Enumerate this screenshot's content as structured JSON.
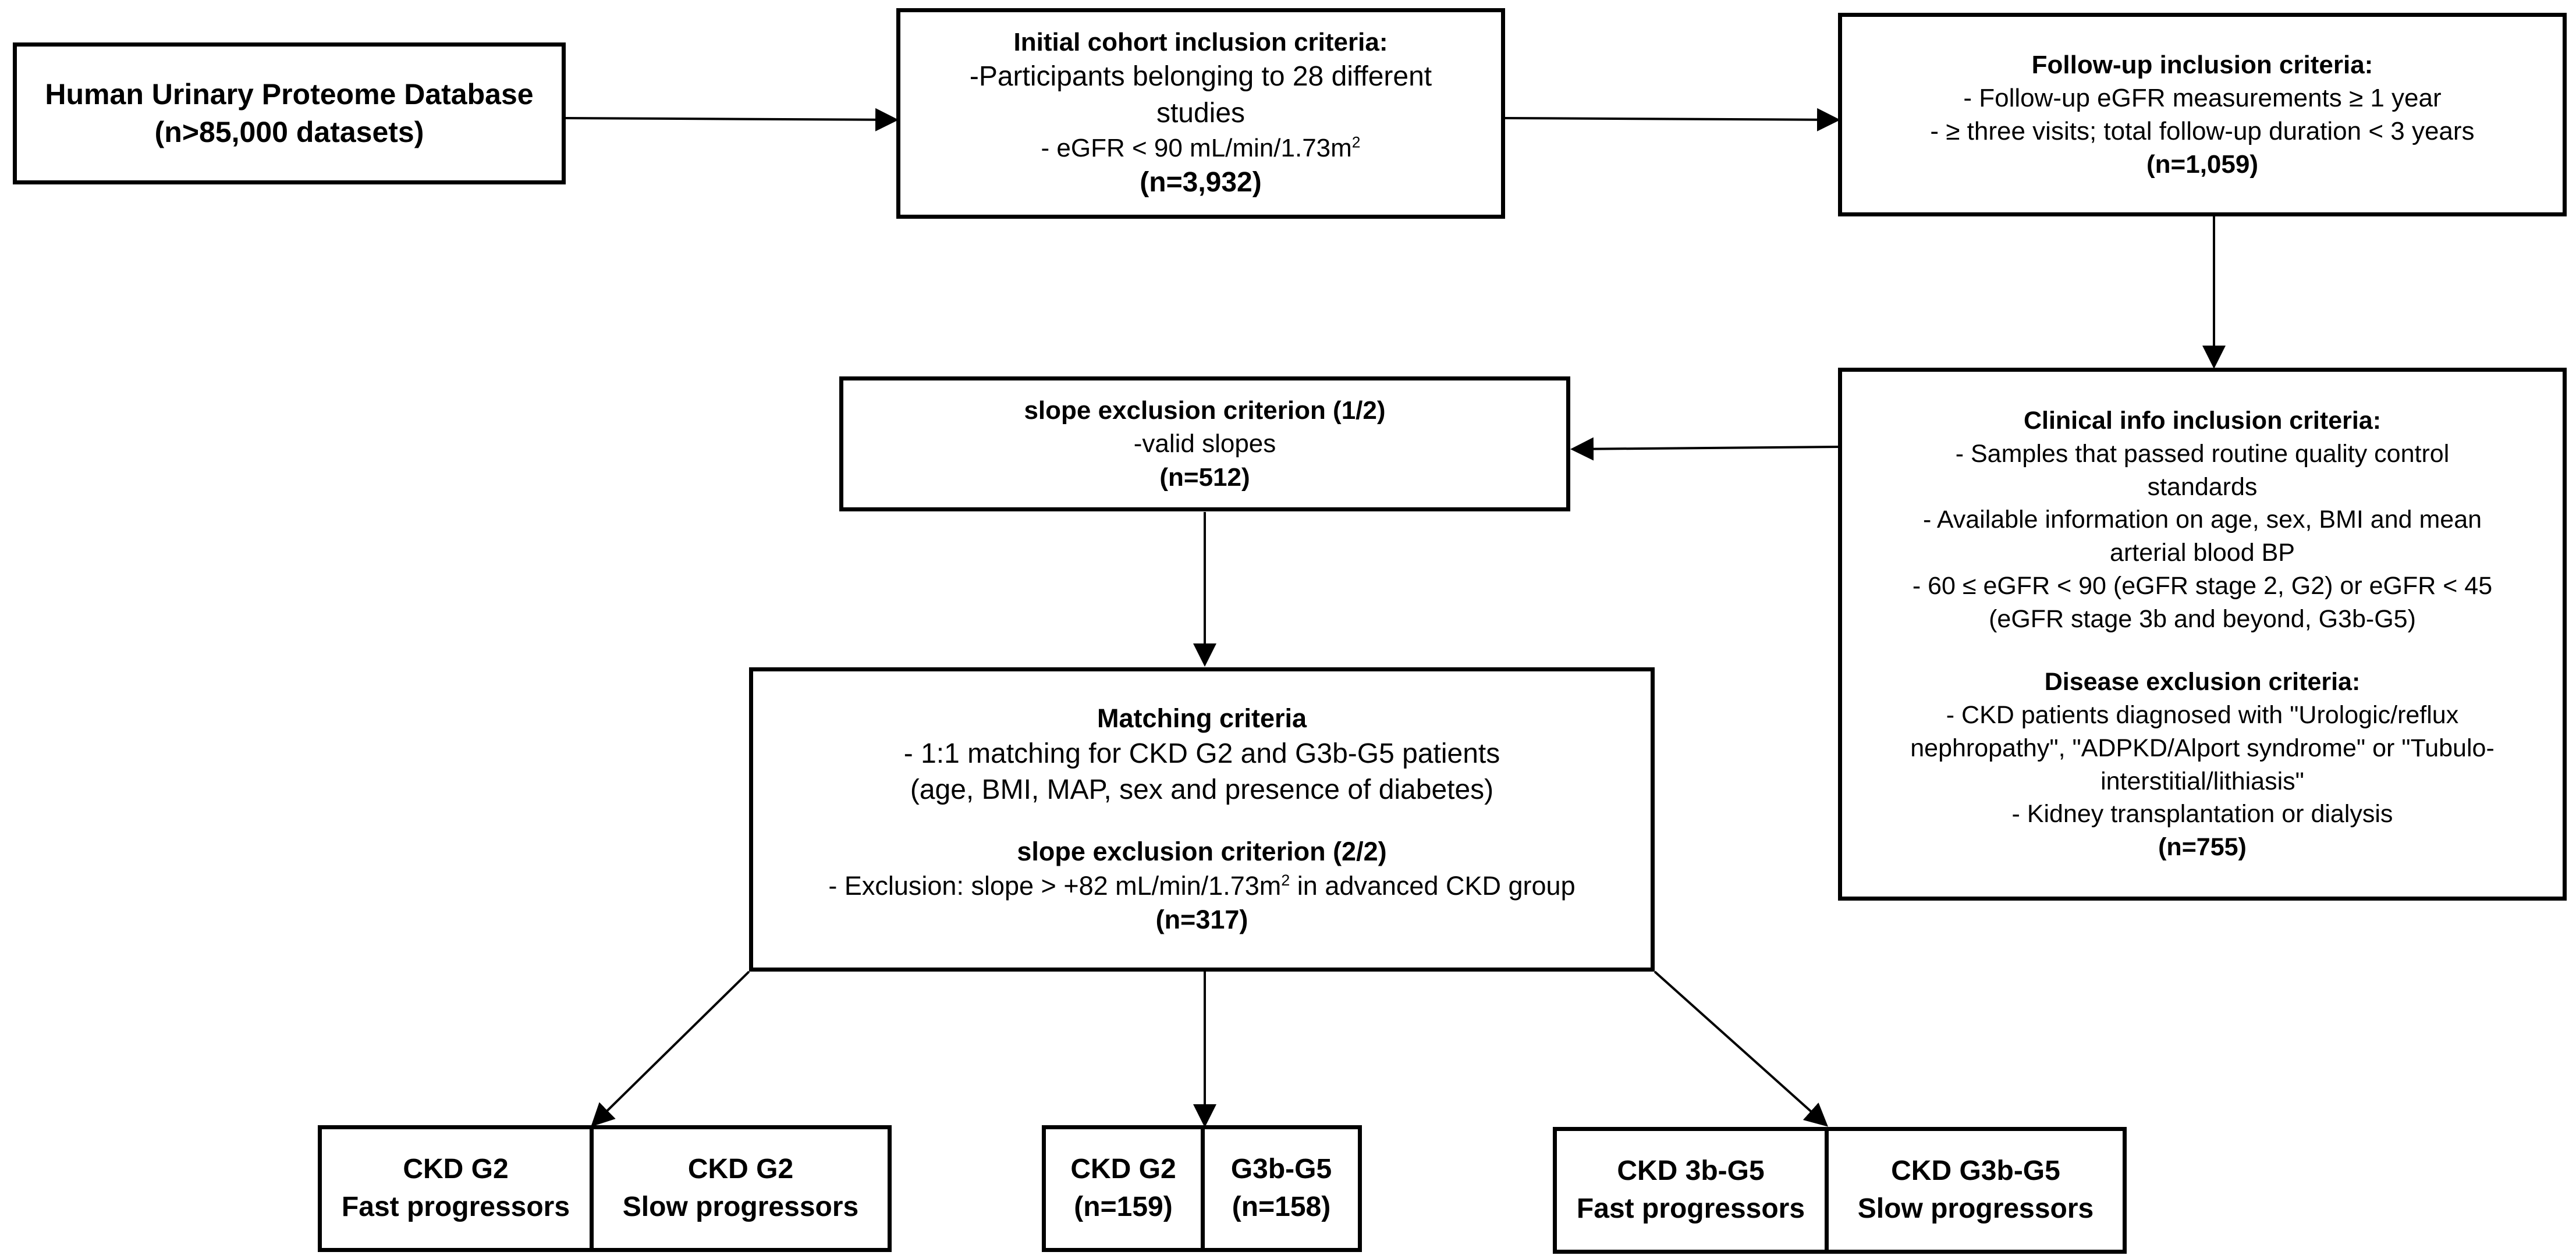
{
  "database": {
    "title": "Human Urinary Proteome Database",
    "count": "(n>85,000 datasets)"
  },
  "initial_cohort": {
    "title": "Initial cohort inclusion criteria:",
    "line1": "-Participants belonging to 28 different",
    "line2": "studies",
    "line3": "- eGFR < 90 mL/min/1.73m",
    "line3_sup": "2",
    "count": "(n=3,932)"
  },
  "followup": {
    "title": "Follow-up inclusion criteria:",
    "line1": "- Follow-up eGFR measurements ≥ 1 year",
    "line2": "-  ≥ three visits; total follow-up duration < 3 years",
    "count": "(n=1,059)"
  },
  "clinical": {
    "title": "Clinical info inclusion criteria:",
    "lines": [
      "- Samples that passed routine quality control",
      "standards",
      "- Available information on age, sex, BMI and mean",
      "arterial blood BP",
      "- 60 ≤ eGFR < 90 (eGFR stage 2, G2) or eGFR < 45",
      "(eGFR stage 3b and beyond, G3b-G5)"
    ],
    "disease_title": "Disease exclusion criteria:",
    "disease_lines": [
      "- CKD patients diagnosed with \"Urologic/reflux",
      "nephropathy\", \"ADPKD/Alport syndrome\" or \"Tubulo-",
      "interstitial/lithiasis\"",
      "- Kidney transplantation or dialysis"
    ],
    "count": "(n=755)"
  },
  "slope1": {
    "title": "slope exclusion criterion (1/2)",
    "line1": "-valid slopes",
    "count": "(n=512)"
  },
  "matching": {
    "title": "Matching criteria",
    "line1": "- 1:1 matching  for CKD G2 and G3b-G5 patients",
    "line2": "(age, BMI, MAP, sex and presence of diabetes)",
    "slope_title": "slope exclusion criterion (2/2)",
    "slope_line_a": "- Exclusion: slope > +82  mL/min/1.73m",
    "slope_line_sup": "2",
    "slope_line_b": " in advanced CKD group",
    "count": "(n=317)"
  },
  "outcomes": {
    "left": {
      "a_line1": "CKD G2",
      "a_line2": "Fast progressors",
      "b_line1": "CKD G2",
      "b_line2": "Slow progressors"
    },
    "middle": {
      "a_line1": "CKD G2",
      "a_line2": "(n=159)",
      "b_line1": "G3b-G5",
      "b_line2": "(n=158)"
    },
    "right": {
      "a_line1": "CKD 3b-G5",
      "a_line2": "Fast progressors",
      "b_line1": "CKD G3b-G5",
      "b_line2": "Slow progressors"
    }
  }
}
